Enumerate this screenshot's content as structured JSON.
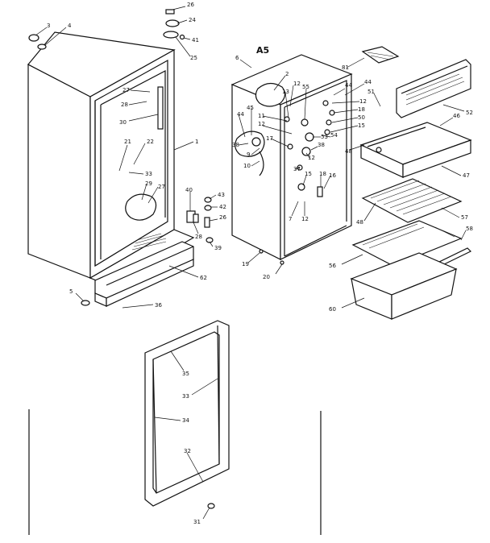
{
  "diagram": {
    "section_label": "A5",
    "callouts": [
      {
        "id": "c-26a",
        "text": "26"
      },
      {
        "id": "c-24",
        "text": "24"
      },
      {
        "id": "c-3",
        "text": "3"
      },
      {
        "id": "c-4",
        "text": "4"
      },
      {
        "id": "c-41",
        "text": "41"
      },
      {
        "id": "c-25",
        "text": "25"
      },
      {
        "id": "c-27a",
        "text": "27"
      },
      {
        "id": "c-28a",
        "text": "28"
      },
      {
        "id": "c-30",
        "text": "30"
      },
      {
        "id": "c-1",
        "text": "1"
      },
      {
        "id": "c-21",
        "text": "21"
      },
      {
        "id": "c-22",
        "text": "22"
      },
      {
        "id": "c-33a",
        "text": "33"
      },
      {
        "id": "c-29",
        "text": "29"
      },
      {
        "id": "c-27b",
        "text": "27"
      },
      {
        "id": "c-40",
        "text": "40"
      },
      {
        "id": "c-43",
        "text": "43"
      },
      {
        "id": "c-42",
        "text": "42"
      },
      {
        "id": "c-26b",
        "text": "26"
      },
      {
        "id": "c-28b",
        "text": "28"
      },
      {
        "id": "c-39",
        "text": "39"
      },
      {
        "id": "c-62",
        "text": "62"
      },
      {
        "id": "c-5",
        "text": "5"
      },
      {
        "id": "c-36",
        "text": "36"
      },
      {
        "id": "c-6",
        "text": "6"
      },
      {
        "id": "c-2",
        "text": "2"
      },
      {
        "id": "c-12a",
        "text": "12"
      },
      {
        "id": "c-13",
        "text": "13"
      },
      {
        "id": "c-55",
        "text": "55"
      },
      {
        "id": "c-44a",
        "text": "44"
      },
      {
        "id": "c-45",
        "text": "45"
      },
      {
        "id": "c-44b",
        "text": "44"
      },
      {
        "id": "c-11",
        "text": "11"
      },
      {
        "id": "c-12b",
        "text": "12"
      },
      {
        "id": "c-38a",
        "text": "38"
      },
      {
        "id": "c-17",
        "text": "17"
      },
      {
        "id": "c-9",
        "text": "9"
      },
      {
        "id": "c-10",
        "text": "10"
      },
      {
        "id": "c-37",
        "text": "37"
      },
      {
        "id": "c-15a",
        "text": "15"
      },
      {
        "id": "c-18",
        "text": "18"
      },
      {
        "id": "c-16",
        "text": "16"
      },
      {
        "id": "c-7",
        "text": "7"
      },
      {
        "id": "c-12c",
        "text": "12"
      },
      {
        "id": "c-19",
        "text": "19"
      },
      {
        "id": "c-20",
        "text": "20"
      },
      {
        "id": "c-44c",
        "text": "44"
      },
      {
        "id": "c-12d",
        "text": "12"
      },
      {
        "id": "c-18b",
        "text": "18"
      },
      {
        "id": "c-50",
        "text": "50"
      },
      {
        "id": "c-15b",
        "text": "15"
      },
      {
        "id": "c-53",
        "text": "53"
      },
      {
        "id": "c-38b",
        "text": "38"
      },
      {
        "id": "c-54",
        "text": "54"
      },
      {
        "id": "c-12e",
        "text": "12"
      },
      {
        "id": "c-51",
        "text": "51"
      },
      {
        "id": "c-81",
        "text": "81"
      },
      {
        "id": "c-52",
        "text": "52"
      },
      {
        "id": "c-46",
        "text": "46"
      },
      {
        "id": "c-48a",
        "text": "48"
      },
      {
        "id": "c-47",
        "text": "47"
      },
      {
        "id": "c-48b",
        "text": "48"
      },
      {
        "id": "c-57",
        "text": "57"
      },
      {
        "id": "c-58",
        "text": "58"
      },
      {
        "id": "c-56",
        "text": "56"
      },
      {
        "id": "c-60",
        "text": "60"
      },
      {
        "id": "c-35",
        "text": "35"
      },
      {
        "id": "c-33b",
        "text": "33"
      },
      {
        "id": "c-34",
        "text": "34"
      },
      {
        "id": "c-32",
        "text": "32"
      },
      {
        "id": "c-31",
        "text": "31"
      }
    ]
  }
}
